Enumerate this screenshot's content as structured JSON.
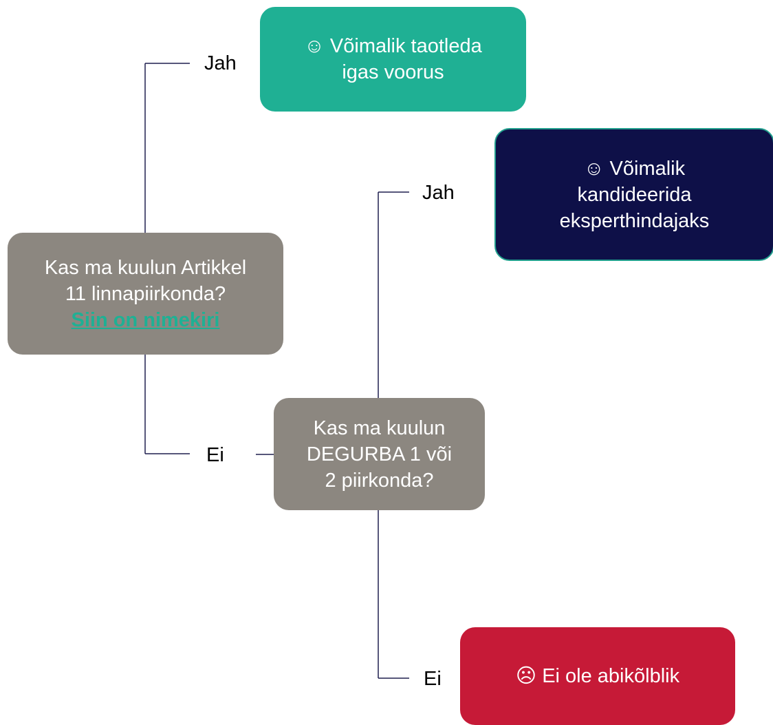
{
  "q1": {
    "line1": "Kas ma kuulun Artikkel",
    "line2": "11 linnapiirkonda?",
    "link": "Siin on nimekiri"
  },
  "q2": {
    "line1": "Kas ma kuulun",
    "line2": "DEGURBA 1 või",
    "line3": "2 piirkonda?"
  },
  "outcome_apply": {
    "line1": "☺ Võimalik taotleda",
    "line2": "igas voorus"
  },
  "outcome_expert": {
    "line1": "☺ Võimalik",
    "line2": "kandideerida",
    "line3": "eksperthindajaks"
  },
  "outcome_ineligible": {
    "line1": "☹ Ei ole abikõlblik"
  },
  "labels": {
    "q1_yes": "Jah",
    "q1_no": "Ei",
    "q2_yes": "Jah",
    "q2_no": "Ei"
  },
  "colors": {
    "question": "#8c8780",
    "apply": "#1fb094",
    "expert": "#0e1048",
    "ineligible": "#c61a37",
    "link": "#1fb094",
    "connector": "#1f1f4f"
  }
}
